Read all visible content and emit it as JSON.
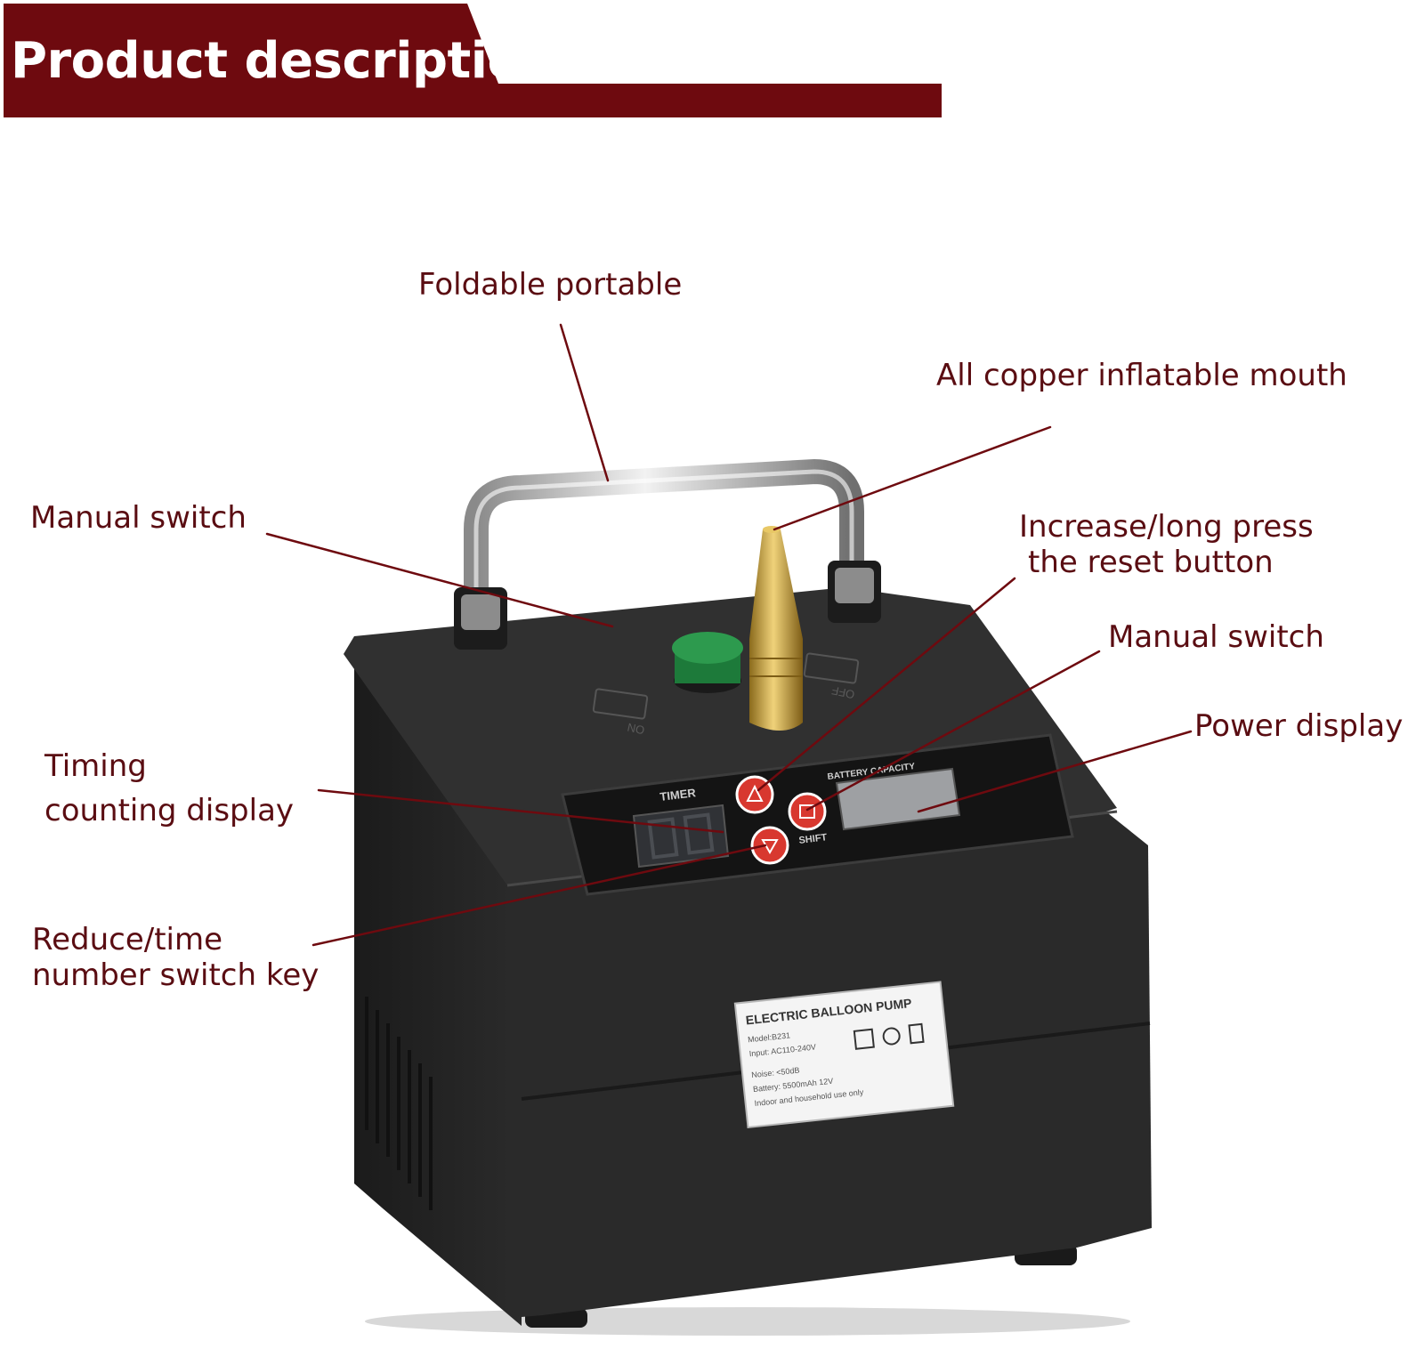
{
  "colors": {
    "banner": "#6e0a0f",
    "label_text": "#5a0d12",
    "leader_line": "#6e0a0f",
    "device_body": "#262626",
    "panel": "#161616",
    "brass": "#c9a544",
    "valve_green": "#2d9a4e",
    "button_red": "#d8382f"
  },
  "header": {
    "title": "Product description"
  },
  "callouts": {
    "foldable": "Foldable portable",
    "copper_mouth": "All copper inflatable mouth",
    "manual_switch_left": "Manual switch",
    "increase_line1": "Increase/long press",
    "increase_line2": "the reset button",
    "manual_switch_right": "Manual switch",
    "power_display": "Power display",
    "timing_line1": "Timing",
    "timing_line2": "counting display",
    "reduce_line1": "Reduce/time",
    "reduce_line2": "number switch key"
  },
  "device": {
    "panel_timer": "TIMER",
    "panel_battery": "BATTERY CAPACITY",
    "top_on": "ON",
    "top_off": "OFF",
    "shift": "SHIFT",
    "label_title": "ELECTRIC BALLOON PUMP",
    "label_model": "Model:B231",
    "label_input": "Input: AC110-240V",
    "label_noise": "Noise: <50dB",
    "label_battery": "Battery: 5500mAh  12V",
    "label_usage": "Indoor and household use only"
  }
}
